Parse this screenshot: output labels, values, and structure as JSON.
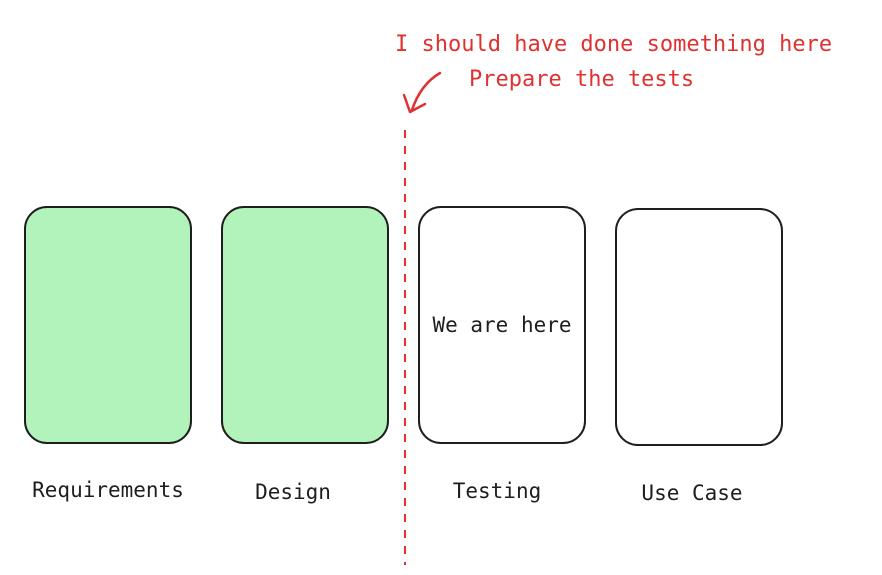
{
  "annotation": {
    "line1": "I should have done something here",
    "line2": "Prepare the tests",
    "color": "#e03131"
  },
  "phases": [
    {
      "label": "Requirements",
      "status": "done",
      "inner_text": ""
    },
    {
      "label": "Design",
      "status": "done",
      "inner_text": ""
    },
    {
      "label": "Testing",
      "status": "current",
      "inner_text": "We are here"
    },
    {
      "label": "Use Case",
      "status": "pending",
      "inner_text": ""
    }
  ],
  "colors": {
    "done_fill": "#b2f2bb",
    "stroke": "#1e1e1e",
    "divider": "#e03131"
  }
}
